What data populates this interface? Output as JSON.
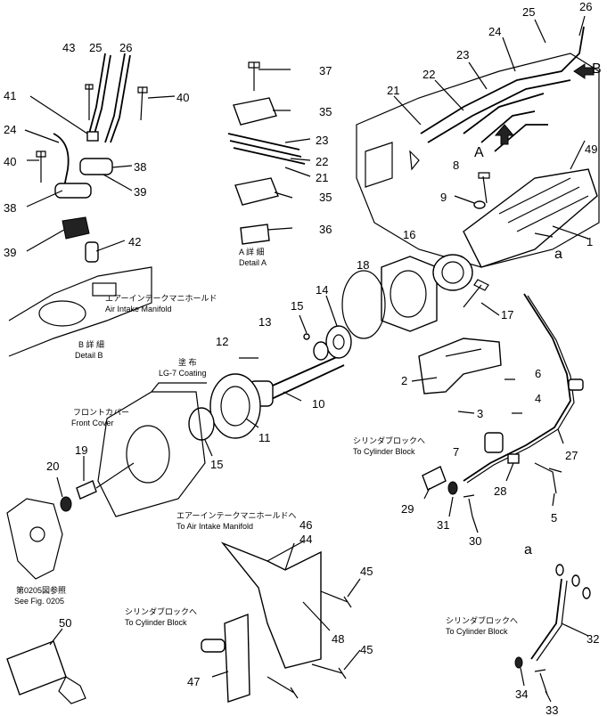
{
  "callouts": [
    {
      "id": "c1",
      "text": "1"
    },
    {
      "id": "c2",
      "text": "2"
    },
    {
      "id": "c3",
      "text": "3"
    },
    {
      "id": "c4",
      "text": "4"
    },
    {
      "id": "c5",
      "text": "5"
    },
    {
      "id": "c6",
      "text": "6"
    },
    {
      "id": "c7",
      "text": "7"
    },
    {
      "id": "c8",
      "text": "8"
    },
    {
      "id": "c9",
      "text": "9"
    },
    {
      "id": "c10",
      "text": "10"
    },
    {
      "id": "c11",
      "text": "11"
    },
    {
      "id": "c12",
      "text": "12"
    },
    {
      "id": "c13",
      "text": "13"
    },
    {
      "id": "c14",
      "text": "14"
    },
    {
      "id": "c15a",
      "text": "15"
    },
    {
      "id": "c15b",
      "text": "15"
    },
    {
      "id": "c16",
      "text": "16"
    },
    {
      "id": "c17",
      "text": "17"
    },
    {
      "id": "c18",
      "text": "18"
    },
    {
      "id": "c19",
      "text": "19"
    },
    {
      "id": "c20",
      "text": "20"
    },
    {
      "id": "c21a",
      "text": "21"
    },
    {
      "id": "c21b",
      "text": "21"
    },
    {
      "id": "c22a",
      "text": "22"
    },
    {
      "id": "c22b",
      "text": "22"
    },
    {
      "id": "c23a",
      "text": "23"
    },
    {
      "id": "c23b",
      "text": "23"
    },
    {
      "id": "c24a",
      "text": "24"
    },
    {
      "id": "c24b",
      "text": "24"
    },
    {
      "id": "c25a",
      "text": "25"
    },
    {
      "id": "c25b",
      "text": "25"
    },
    {
      "id": "c26a",
      "text": "26"
    },
    {
      "id": "c26b",
      "text": "26"
    },
    {
      "id": "c27",
      "text": "27"
    },
    {
      "id": "c28",
      "text": "28"
    },
    {
      "id": "c29",
      "text": "29"
    },
    {
      "id": "c30",
      "text": "30"
    },
    {
      "id": "c31",
      "text": "31"
    },
    {
      "id": "c32",
      "text": "32"
    },
    {
      "id": "c33",
      "text": "33"
    },
    {
      "id": "c34",
      "text": "34"
    },
    {
      "id": "c35a",
      "text": "35"
    },
    {
      "id": "c35b",
      "text": "35"
    },
    {
      "id": "c36",
      "text": "36"
    },
    {
      "id": "c37",
      "text": "37"
    },
    {
      "id": "c38a",
      "text": "38"
    },
    {
      "id": "c38b",
      "text": "38"
    },
    {
      "id": "c39a",
      "text": "39"
    },
    {
      "id": "c39b",
      "text": "39"
    },
    {
      "id": "c40a",
      "text": "40"
    },
    {
      "id": "c40b",
      "text": "40"
    },
    {
      "id": "c41",
      "text": "41"
    },
    {
      "id": "c42",
      "text": "42"
    },
    {
      "id": "c43",
      "text": "43"
    },
    {
      "id": "c44",
      "text": "44"
    },
    {
      "id": "c45a",
      "text": "45"
    },
    {
      "id": "c45b",
      "text": "45"
    },
    {
      "id": "c46",
      "text": "46"
    },
    {
      "id": "c47",
      "text": "47"
    },
    {
      "id": "c48",
      "text": "48"
    },
    {
      "id": "c49",
      "text": "49"
    },
    {
      "id": "c50",
      "text": "50"
    }
  ],
  "markers": {
    "a1": "a",
    "a2": "a",
    "A": "A",
    "B": "B"
  },
  "captions": {
    "detail_a_jp": "A 詳 細",
    "detail_a_en": "Detail A",
    "detail_b_jp": "B 詳 細",
    "detail_b_en": "Detail B",
    "aim_jp": "エアーインテークマニホールド",
    "aim_en": "Air Intake Manifold",
    "coating_jp": "塗 布",
    "coating_en": "LG-7 Coating",
    "front_cover_jp": "フロントカバー",
    "front_cover_en": "Front Cover",
    "to_cyl1_jp": "シリンダブロックへ",
    "to_cyl1_en": "To Cylinder Block",
    "see_fig_jp": "第0205図参照",
    "see_fig_en": "See Fig. 0205",
    "to_aim_jp": "エアーインテークマニホールドへ",
    "to_aim_en": "To Air Intake Manifold",
    "to_cyl2_jp": "シリンダブロックへ",
    "to_cyl2_en": "To Cylinder Block",
    "to_cyl3_jp": "シリンダブロックへ",
    "to_cyl3_en": "To Cylinder Block"
  }
}
